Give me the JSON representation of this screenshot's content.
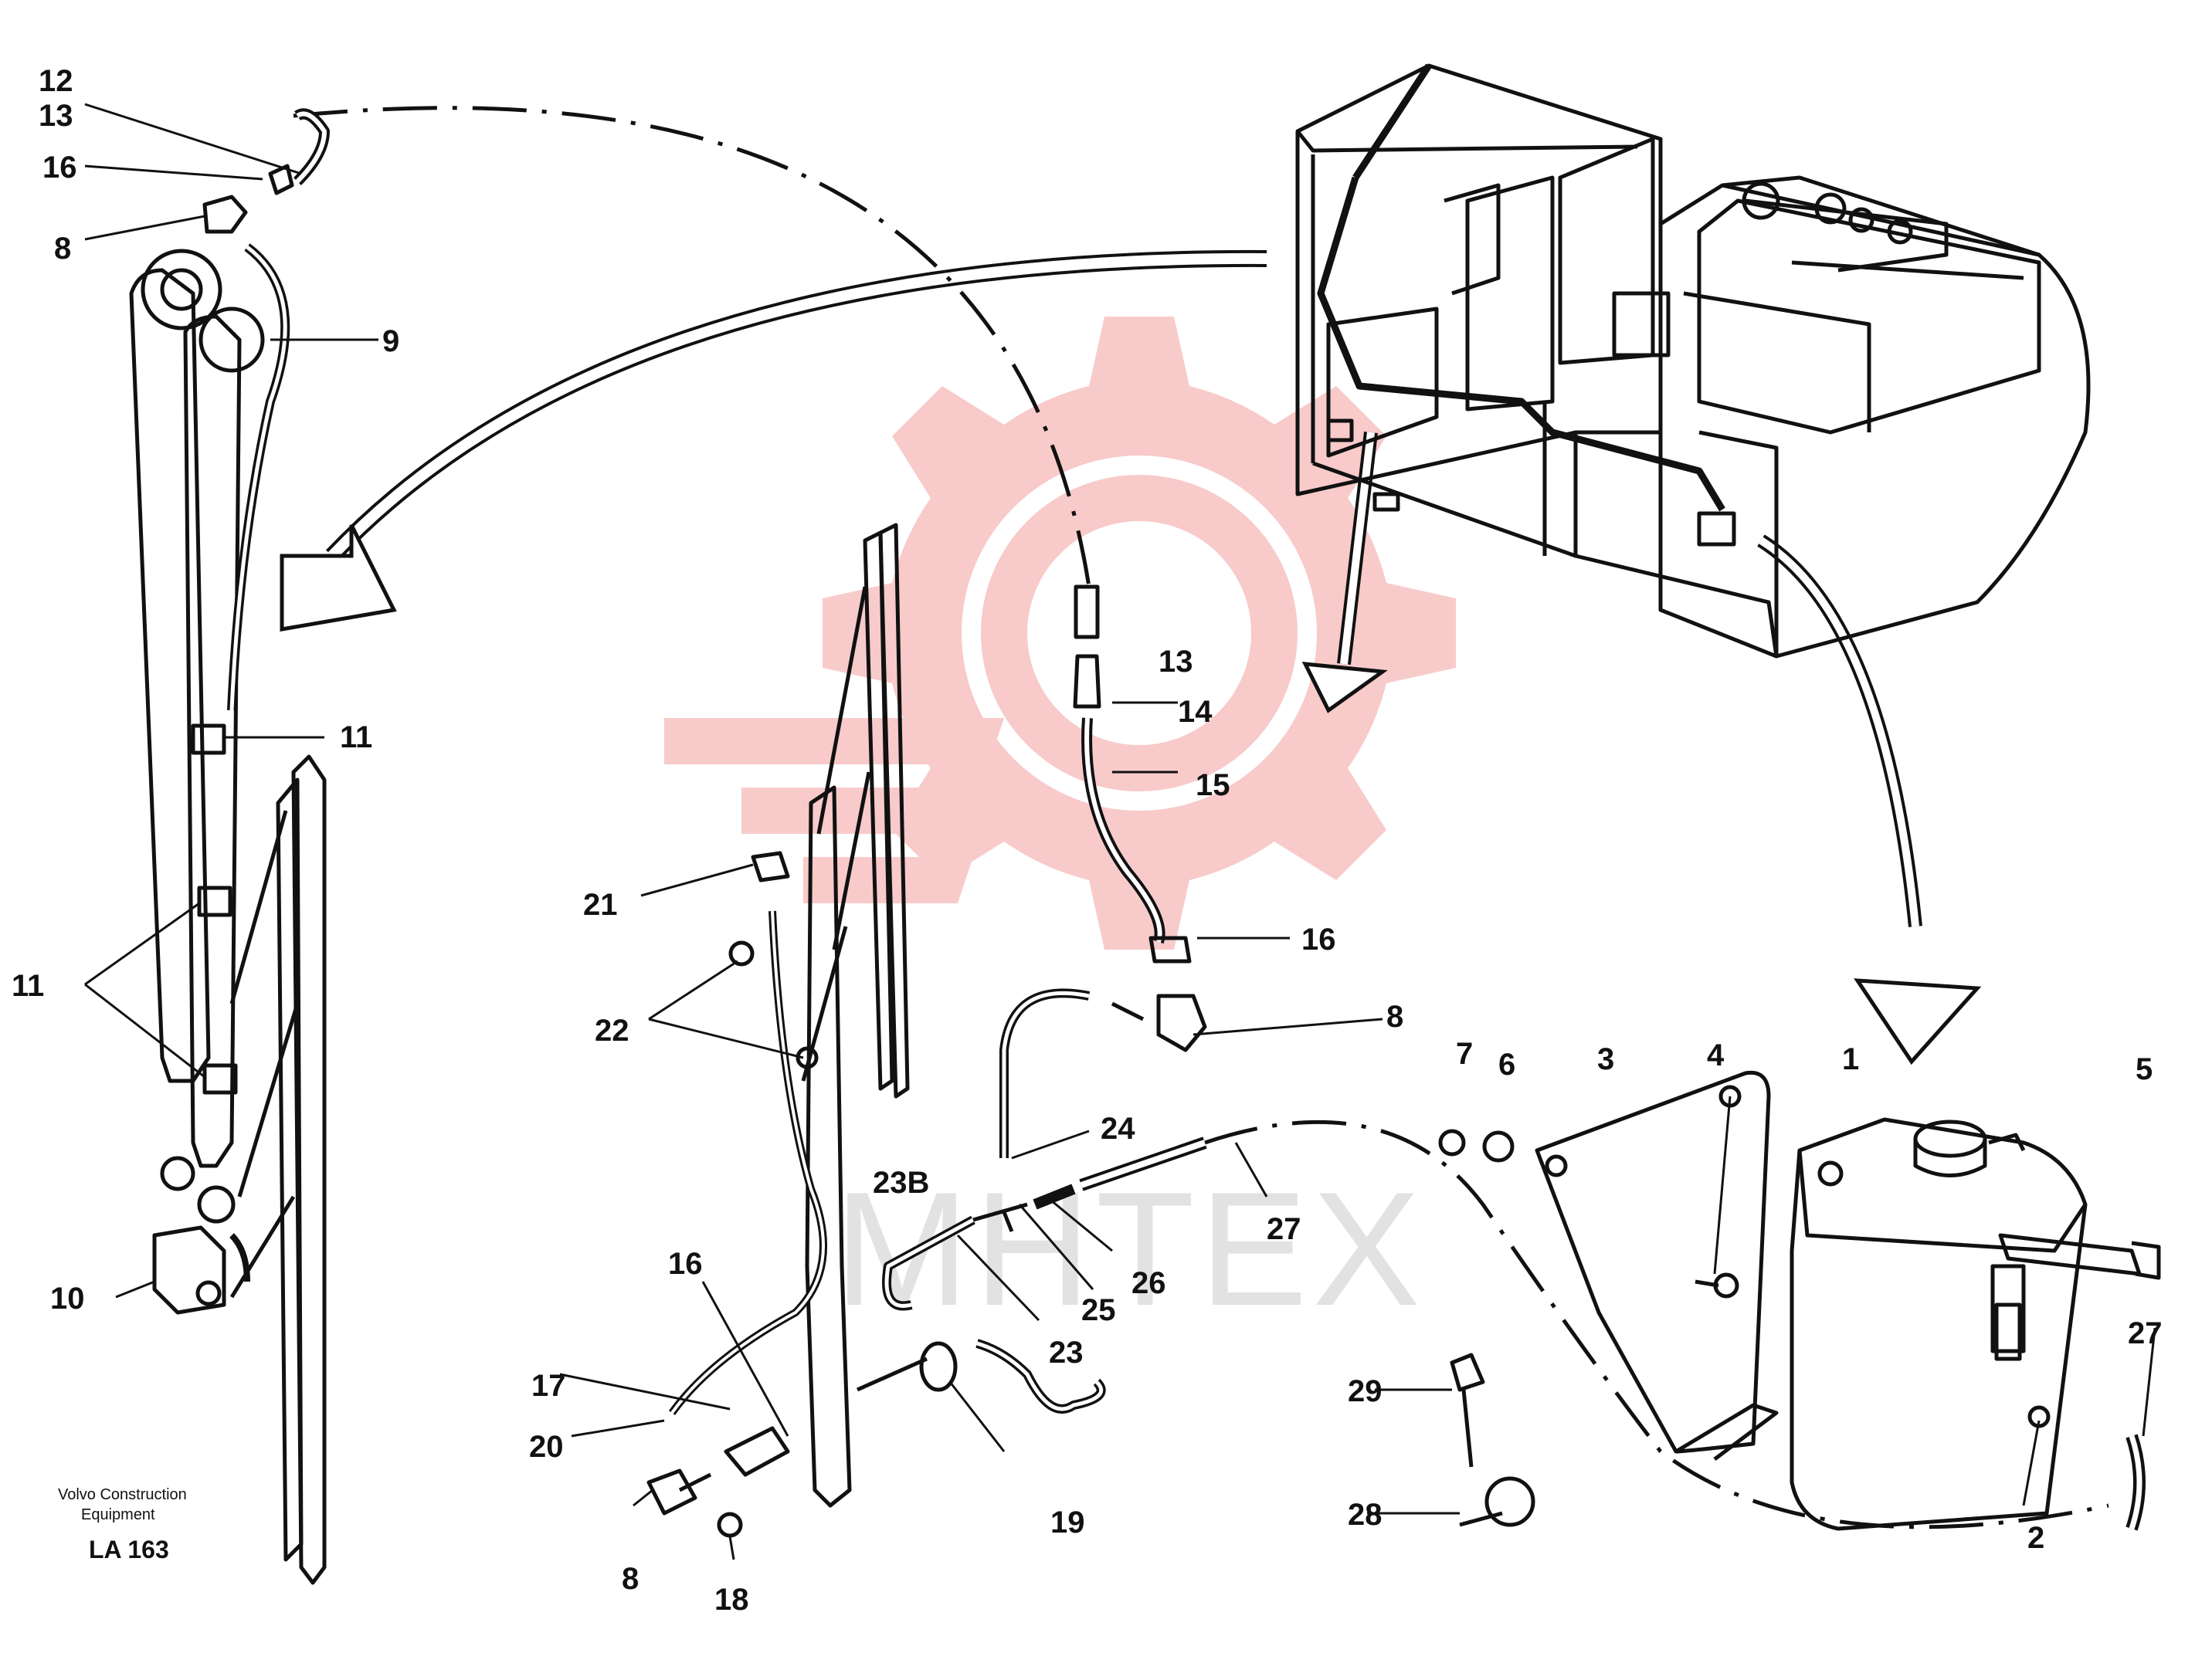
{
  "labels": {
    "l1": "1",
    "l2": "2",
    "l3": "3",
    "l4": "4",
    "l5": "5",
    "l6": "6",
    "l7": "7",
    "l8a": "8",
    "l8b": "8",
    "l8c": "8",
    "l9": "9",
    "l10": "10",
    "l11a": "11",
    "l11b": "11",
    "l12": "12",
    "l13a": "13",
    "l13b": "13",
    "l14": "14",
    "l15": "15",
    "l16a": "16",
    "l16b": "16",
    "l16c": "16",
    "l17": "17",
    "l18": "18",
    "l19": "19",
    "l20": "20",
    "l21": "21",
    "l22": "22",
    "l23": "23",
    "l23b": "23B",
    "l24": "24",
    "l25": "25",
    "l26": "26",
    "l27a": "27",
    "l27b": "27",
    "l28": "28",
    "l29": "29"
  },
  "credit": {
    "line1": "Volvo Construction",
    "line2": "Equipment",
    "code": "LA 163"
  },
  "watermark": {
    "text": "MHTEX",
    "color": "#f2a0a0"
  },
  "colors": {
    "ink": "#111111",
    "paper": "#ffffff"
  }
}
